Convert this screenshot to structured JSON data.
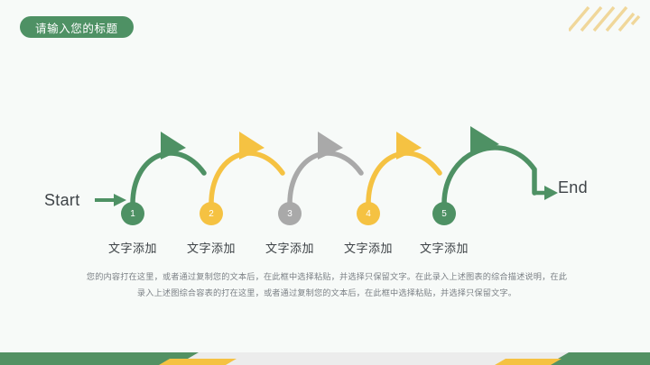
{
  "slide": {
    "background_color": "#f7faf8",
    "title": "请输入您的标题"
  },
  "theme": {
    "green": "#4e9164",
    "green_dark": "#3f8355",
    "yellow": "#f5c242",
    "gray": "#a9a9a9",
    "text_dark": "#3d4246",
    "text_muted": "#7c8186",
    "stripe_yellow": "#f0d79a"
  },
  "flow": {
    "start_label": "Start",
    "end_label": "End",
    "steps": [
      {
        "number": "1",
        "caption": "文字添加",
        "color": "#4e9164",
        "arc_color": "#4e9164"
      },
      {
        "number": "2",
        "caption": "文字添加",
        "color": "#f5c242",
        "arc_color": "#f5c242"
      },
      {
        "number": "3",
        "caption": "文字添加",
        "color": "#a9a9a9",
        "arc_color": "#a9a9a9"
      },
      {
        "number": "4",
        "caption": "文字添加",
        "color": "#f5c242",
        "arc_color": "#f5c242"
      },
      {
        "number": "5",
        "caption": "文字添加",
        "color": "#4e9164",
        "arc_color": "#4e9164"
      }
    ]
  },
  "body": {
    "line1": "您的内容打在这里，或者通过复制您的文本后，在此框中选择粘贴，并选择只保留文字。在此录入上述图表的综合描述说明，在此",
    "line2": "录入上述图综合容表的打在这里，或者通过复制您的文本后，在此框中选择粘贴，并选择只保留文字。"
  }
}
